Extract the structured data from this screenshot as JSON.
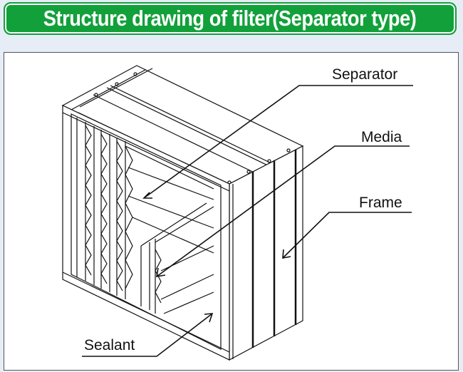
{
  "title": "Structure drawing of filter(Separator type)",
  "labels": {
    "separator": "Separator",
    "media": "Media",
    "frame": "Frame",
    "sealant": "Sealant"
  },
  "colors": {
    "title_bg": "#12a03a",
    "background": "#e6edf7"
  }
}
